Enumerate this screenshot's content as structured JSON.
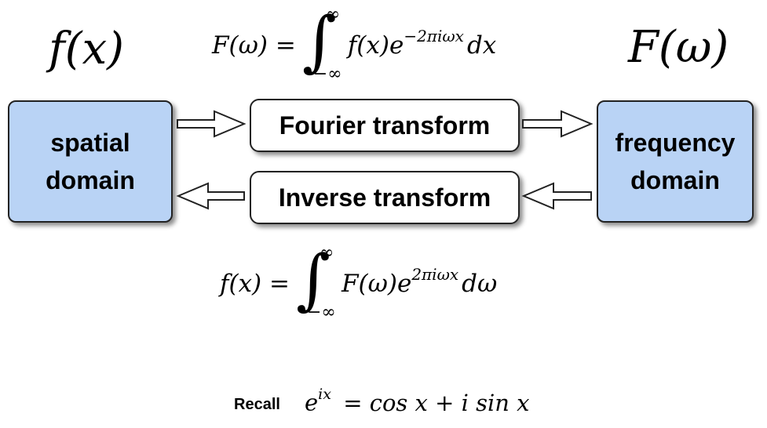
{
  "spatial_symbol": "f(x)",
  "frequency_symbol": "F(ω)",
  "forward_equation": {
    "lhs": "F(ω) =",
    "integral_upper": "∞",
    "integral_lower": "−∞",
    "integrand": "f(x)e",
    "exponent": "−2πiωx",
    "differential": "dx"
  },
  "inverse_equation": {
    "lhs": "f(x) =",
    "integral_upper": "∞",
    "integral_lower": "−∞",
    "integrand": "F(ω)e",
    "exponent": "2πiωx",
    "differential": "dω"
  },
  "spatial_box": {
    "line1": "spatial",
    "line2": "domain"
  },
  "frequency_box": {
    "line1": "frequency",
    "line2": "domain"
  },
  "fourier_label": "Fourier transform",
  "inverse_label": "Inverse transform",
  "recall": {
    "label": "Recall",
    "base": "e",
    "exponent": "ix",
    "rhs": "= cos x + i sin x"
  },
  "colors": {
    "domain_fill": "#b9d3f5",
    "outline": "#222222"
  }
}
